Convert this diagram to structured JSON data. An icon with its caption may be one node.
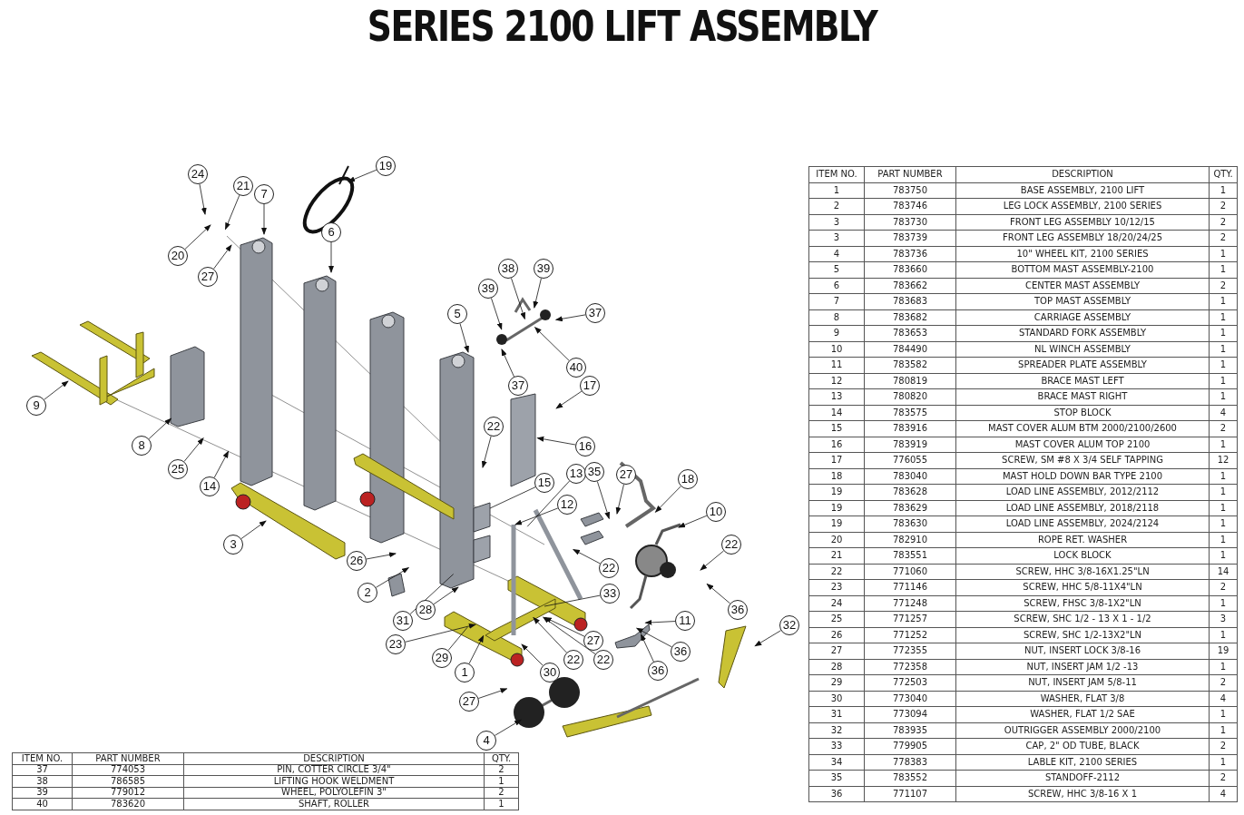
{
  "diagram": {
    "title": "SERIES 2100 LIFT ASSEMBLY",
    "nodes": [
      {
        "text": [
          "19"
        ]
      },
      {
        "text": [
          "24"
        ]
      },
      {
        "text": [
          "21"
        ]
      },
      {
        "text": [
          "7"
        ]
      },
      {
        "text": [
          "6"
        ]
      },
      {
        "text": [
          "20"
        ]
      },
      {
        "text": [
          "27"
        ]
      },
      {
        "text": [
          "38"
        ]
      },
      {
        "text": [
          "39"
        ]
      },
      {
        "text": [
          "39"
        ]
      },
      {
        "text": [
          "37"
        ]
      },
      {
        "text": [
          "5"
        ]
      },
      {
        "text": [
          "40"
        ]
      },
      {
        "text": [
          "37"
        ]
      },
      {
        "text": [
          "17"
        ]
      },
      {
        "text": [
          "9"
        ]
      },
      {
        "text": [
          "22"
        ]
      },
      {
        "text": [
          "16"
        ]
      },
      {
        "text": [
          "8"
        ]
      },
      {
        "text": [
          "25"
        ]
      },
      {
        "text": [
          "15"
        ]
      },
      {
        "text": [
          "13"
        ]
      },
      {
        "text": [
          "35"
        ]
      },
      {
        "text": [
          "14"
        ]
      },
      {
        "text": [
          "18"
        ]
      },
      {
        "text": [
          "27"
        ]
      },
      {
        "text": [
          "12"
        ]
      },
      {
        "text": [
          "10"
        ]
      },
      {
        "text": [
          "3"
        ]
      },
      {
        "text": [
          "22"
        ]
      },
      {
        "text": [
          "22"
        ]
      },
      {
        "text": [
          "26"
        ]
      },
      {
        "text": [
          "2"
        ]
      },
      {
        "text": [
          "33"
        ]
      },
      {
        "text": [
          "36"
        ]
      },
      {
        "text": [
          "31"
        ]
      },
      {
        "text": [
          "28"
        ]
      },
      {
        "text": [
          "11"
        ]
      },
      {
        "text": [
          "32"
        ]
      },
      {
        "text": [
          "27"
        ]
      },
      {
        "text": [
          "23"
        ]
      },
      {
        "text": [
          "36"
        ]
      },
      {
        "text": [
          "29"
        ]
      },
      {
        "text": [
          "30"
        ]
      },
      {
        "text": [
          "22"
        ]
      },
      {
        "text": [
          "22"
        ]
      },
      {
        "text": [
          "36"
        ]
      },
      {
        "text": [
          "1"
        ]
      },
      {
        "text": [
          "27"
        ]
      },
      {
        "text": [
          "4"
        ]
      }
    ],
    "edges": [
      {
        "from": 0,
        "to": null,
        "arrow": "to"
      },
      {
        "from": 1,
        "to": null,
        "arrow": "to"
      },
      {
        "from": 2,
        "to": null,
        "arrow": "to"
      },
      {
        "from": 3,
        "to": null,
        "arrow": "to"
      },
      {
        "from": 4,
        "to": null,
        "arrow": "to"
      },
      {
        "from": 5,
        "to": null,
        "arrow": "to"
      },
      {
        "from": 6,
        "to": null,
        "arrow": "to"
      },
      {
        "from": 7,
        "to": null,
        "arrow": "to"
      },
      {
        "from": 8,
        "to": null,
        "arrow": "to"
      },
      {
        "from": 9,
        "to": null,
        "arrow": "to"
      },
      {
        "from": 10,
        "to": null,
        "arrow": "to"
      },
      {
        "from": 11,
        "to": null,
        "arrow": "to"
      },
      {
        "from": 12,
        "to": null,
        "arrow": "to"
      },
      {
        "from": 13,
        "to": null,
        "arrow": "to"
      },
      {
        "from": 14,
        "to": null,
        "arrow": "to"
      },
      {
        "from": 15,
        "to": null,
        "arrow": "to"
      },
      {
        "from": 16,
        "to": null,
        "arrow": "to"
      },
      {
        "from": 17,
        "to": null,
        "arrow": "to"
      },
      {
        "from": 18,
        "to": null,
        "arrow": "to"
      },
      {
        "from": 19,
        "to": null,
        "arrow": "to"
      },
      {
        "from": 20,
        "to": null,
        "arrow": "none"
      },
      {
        "from": 21,
        "to": null,
        "arrow": "none"
      },
      {
        "from": 22,
        "to": null,
        "arrow": "to"
      },
      {
        "from": 23,
        "to": null,
        "arrow": "to"
      },
      {
        "from": 24,
        "to": null,
        "arrow": "to"
      },
      {
        "from": 25,
        "to": null,
        "arrow": "to"
      },
      {
        "from": 26,
        "to": null,
        "arrow": "to"
      },
      {
        "from": 27,
        "to": null,
        "arrow": "to"
      },
      {
        "from": 28,
        "to": null,
        "arrow": "to"
      },
      {
        "from": 29,
        "to": null,
        "arrow": "to"
      },
      {
        "from": 30,
        "to": null,
        "arrow": "to"
      },
      {
        "from": 31,
        "to": null,
        "arrow": "to"
      },
      {
        "from": 32,
        "to": null,
        "arrow": "to"
      },
      {
        "from": 33,
        "to": null,
        "arrow": "none"
      },
      {
        "from": 34,
        "to": null,
        "arrow": "to"
      },
      {
        "from": 35,
        "to": null,
        "arrow": "none"
      },
      {
        "from": 36,
        "to": null,
        "arrow": "to"
      },
      {
        "from": 37,
        "to": null,
        "arrow": "to"
      },
      {
        "from": 38,
        "to": null,
        "arrow": "to"
      },
      {
        "from": 39,
        "to": null,
        "arrow": "to"
      },
      {
        "from": 40,
        "to": null,
        "arrow": "to"
      },
      {
        "from": 41,
        "to": null,
        "arrow": "to"
      },
      {
        "from": 42,
        "to": null,
        "arrow": "none"
      },
      {
        "from": 43,
        "to": null,
        "arrow": "to"
      },
      {
        "from": 44,
        "to": null,
        "arrow": "to"
      },
      {
        "from": 45,
        "to": null,
        "arrow": "to"
      },
      {
        "from": 46,
        "to": null,
        "arrow": "to"
      },
      {
        "from": 47,
        "to": null,
        "arrow": "to"
      },
      {
        "from": 48,
        "to": null,
        "arrow": "to"
      },
      {
        "from": 49,
        "to": null,
        "arrow": "to"
      }
    ],
    "labels": [
      "ITEM NO.",
      "PART NUMBER",
      "DESCRIPTION",
      "QTY.",
      "1",
      "783750",
      "BASE ASSEMBLY, 2100 LIFT",
      "1",
      "2",
      "783746",
      "LEG LOCK ASSEMBLY, 2100 SERIES",
      "2",
      "3",
      "783730",
      "FRONT LEG ASSEMBLY 10/12/15",
      "2",
      "3",
      "783739",
      "FRONT LEG ASSEMBLY 18/20/24/25",
      "2",
      "4",
      "783736",
      "10\" WHEEL KIT, 2100 SERIES",
      "1",
      "5",
      "783660",
      "BOTTOM MAST ASSEMBLY-2100",
      "1",
      "6",
      "783662",
      "CENTER MAST ASSEMBLY",
      "2",
      "7",
      "783683",
      "TOP MAST ASSEMBLY",
      "1",
      "8",
      "783682",
      "CARRIAGE ASSEMBLY",
      "1",
      "9",
      "783653",
      "STANDARD FORK ASSEMBLY",
      "1",
      "10",
      "784490",
      "NL WINCH ASSEMBLY",
      "1",
      "11",
      "783582",
      "SPREADER PLATE ASSEMBLY",
      "1",
      "12",
      "780819",
      "BRACE MAST LEFT",
      "1",
      "13",
      "780820",
      "BRACE MAST RIGHT",
      "1",
      "14",
      "783575",
      "STOP BLOCK",
      "4",
      "15",
      "783916",
      "MAST COVER ALUM BTM 2000/2100/2600",
      "2",
      "16",
      "783919",
      "MAST COVER ALUM TOP 2100",
      "1",
      "17",
      "776055",
      "SCREW, SM #8 X 3/4 SELF TAPPING",
      "12",
      "18",
      "783040",
      "MAST HOLD DOWN BAR TYPE 2100",
      "1",
      "19",
      "783628",
      "LOAD LINE ASSEMBLY, 2012/2112",
      "1",
      "19",
      "783629",
      "LOAD LINE ASSEMBLY, 2018/2118",
      "1",
      "19",
      "783630",
      "LOAD LINE ASSEMBLY, 2024/2124",
      "1",
      "20",
      "782910",
      "ROPE  RET. WASHER",
      "1",
      "21",
      "783551",
      "LOCK BLOCK",
      "1",
      "22",
      "771060",
      "SCREW, HHC 3/8-16X1.25\"LN",
      "14",
      "23",
      "771146",
      "SCREW, HHC 5/8-11X4\"LN",
      "2",
      "24",
      "771248",
      "SCREW, FHSC 3/8-1X2\"LN",
      "1",
      "25",
      "771257",
      "SCREW, SHC 1/2 - 13 X 1 - 1/2",
      "3",
      "26",
      "771252",
      "SCREW, SHC 1/2-13X2\"LN",
      "1",
      "27",
      "772355",
      "NUT, INSERT LOCK 3/8-16",
      "19",
      "28",
      "772358",
      "NUT, INSERT JAM 1/2 -13",
      "1",
      "29",
      "772503",
      "NUT, INSERT JAM 5/8-11",
      "2",
      "30",
      "773040",
      "WASHER, FLAT 3/8",
      "4",
      "31",
      "773094",
      "WASHER, FLAT 1/2 SAE",
      "1",
      "32",
      "783935",
      "OUTRIGGER ASSEMBLY 2000/2100",
      "1",
      "33",
      "779905",
      "CAP, 2\" OD TUBE, BLACK",
      "2",
      "34",
      "778383",
      "LABLE KIT, 2100 SERIES",
      "1",
      "35",
      "783552",
      "STANDOFF-2112",
      "2",
      "36",
      "771107",
      "SCREW, HHC 3/8-16 X 1",
      "4",
      "ITEM NO.",
      "PART NUMBER",
      "DESCRIPTION",
      "QTY.",
      "37",
      "774053",
      "PIN, COTTER CIRCLE 3/4\"",
      "2",
      "38",
      "786585",
      "LIFTING HOOK WELDMENT",
      "1",
      "39",
      "779012",
      "WHEEL, POLYOLEFIN 3\"",
      "2",
      "40",
      "783620",
      "SHAFT, ROLLER",
      "1"
    ]
  }
}
